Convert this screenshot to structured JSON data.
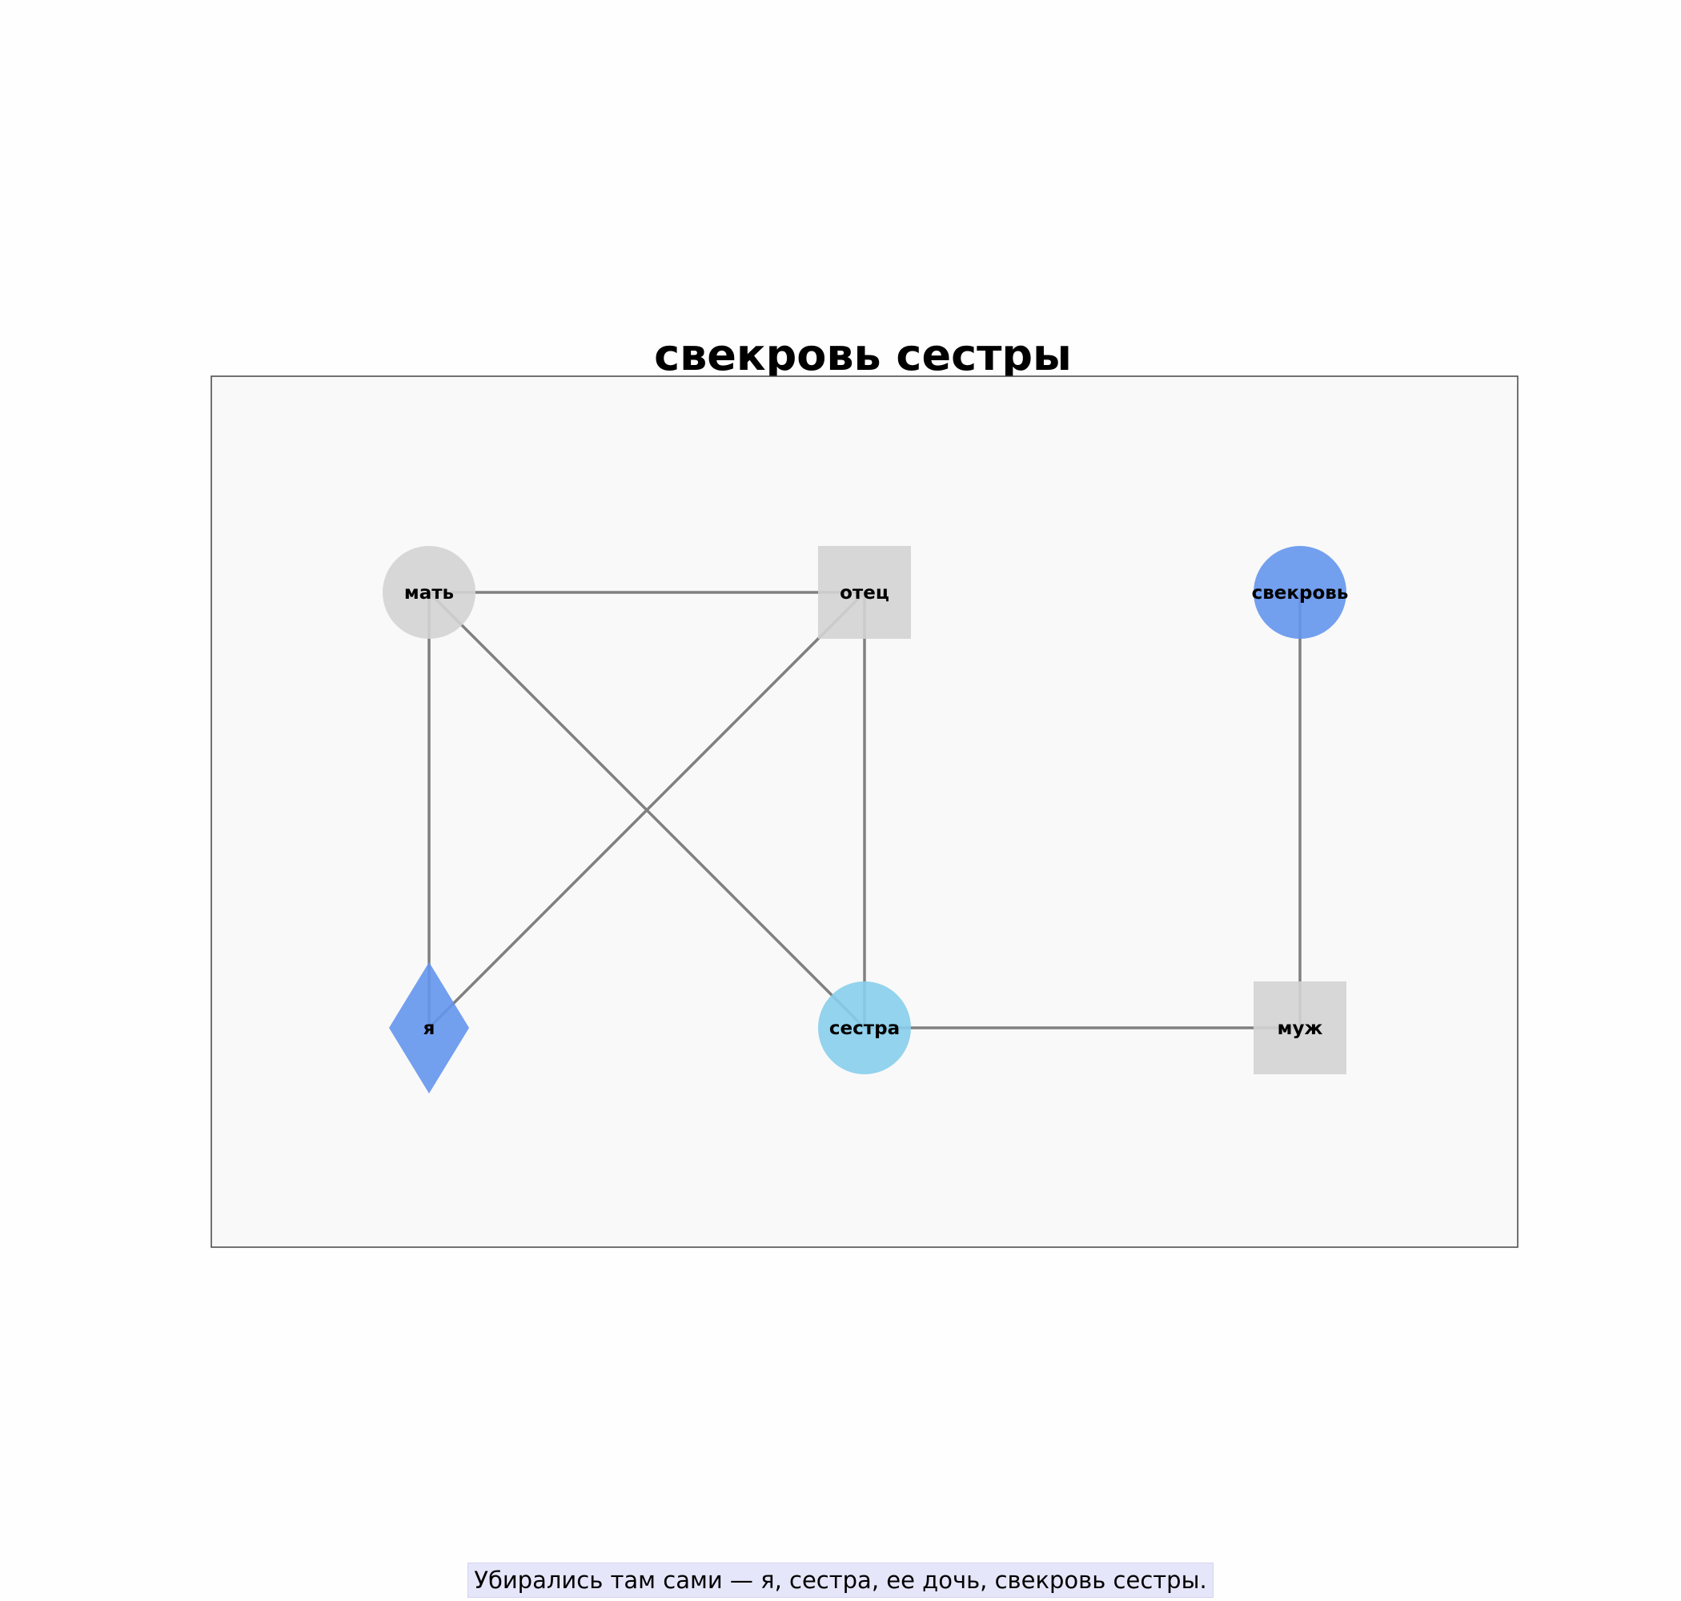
{
  "diagram": {
    "title": "свекровь сестры",
    "nodes": [
      {
        "id": "mother",
        "label": "мать",
        "shape": "circle",
        "color": "#d3d3d3"
      },
      {
        "id": "father",
        "label": "отец",
        "shape": "square",
        "color": "#d3d3d3"
      },
      {
        "id": "mil",
        "label": "свекровь",
        "shape": "circle",
        "color": "#6495ed"
      },
      {
        "id": "me",
        "label": "я",
        "shape": "diamond",
        "color": "#6495ed"
      },
      {
        "id": "sister",
        "label": "сестра",
        "shape": "circle",
        "color": "#87ceeb"
      },
      {
        "id": "husband",
        "label": "муж",
        "shape": "square",
        "color": "#d3d3d3"
      }
    ],
    "edges": [
      {
        "from": "mother",
        "to": "father"
      },
      {
        "from": "mother",
        "to": "me"
      },
      {
        "from": "mother",
        "to": "sister"
      },
      {
        "from": "father",
        "to": "me"
      },
      {
        "from": "father",
        "to": "sister"
      },
      {
        "from": "sister",
        "to": "husband"
      },
      {
        "from": "mil",
        "to": "husband"
      }
    ],
    "colors": {
      "panel_background": "#f9f9f9",
      "panel_border": "#444444",
      "edge": "#808080"
    }
  },
  "caption": "Убирались там сами — я, сестра, ее дочь, свекровь сестры."
}
